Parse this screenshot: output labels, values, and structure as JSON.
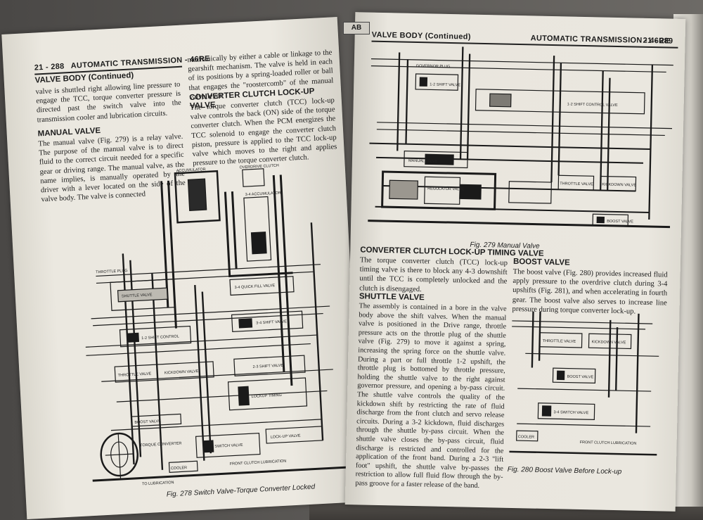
{
  "left_page": {
    "page_number": "21 - 288",
    "running_title": "AUTOMATIC TRANSMISSION - 46RE",
    "section_continued": "VALVE BODY (Continued)",
    "intro_text": "valve is shuttled right allowing line pressure to engage the TCC, torque converter pressure is directed past the switch valve into the transmission cooler and lubrication circuits.",
    "manual_valve_heading": "MANUAL VALVE",
    "manual_valve_text": "The manual valve (Fig. 279) is a relay valve. The purpose of the manual valve is to direct fluid to the correct circuit needed for a specific gear or driving range. The manual valve, as the name implies, is manually operated by the driver with a lever located on the side of the valve body. The valve is connected",
    "manual_valve_cont": "mechanically by either a cable or linkage to the gearshift mechanism. The valve is held in each of its positions by a spring-loaded roller or ball that engages the \"roostercomb\" of the manual valve lever.",
    "lockup_heading": "CONVERTER CLUTCH LOCK-UP VALVE",
    "lockup_text": "The torque converter clutch (TCC) lock-up valve controls the back (ON) side of the torque converter clutch. When the PCM energizes the TCC solenoid to engage the converter clutch piston, pressure is applied to the TCC lock-up valve which moves to the right and applies pressure to the torque converter clutch.",
    "fig_caption": "Fig. 278 Switch Valve-Torque Converter Locked",
    "fig_labels": {
      "accumulator": "ACCUMULATOR",
      "overdrive_clutch": "OVERDRIVE CLUTCH",
      "accumulator_34": "3-4 ACCUMULATOR",
      "throttle_plug": "THROTTLE PLUG",
      "shuttle_valve": "SHUTTLE VALVE",
      "quick_fill": "3-4 QUICK FILL VALVE",
      "shift_valve_34": "3-4 SHIFT VALVE",
      "shift_control": "1-2 SHIFT CONTROL",
      "throttle_valve": "THROTTLE VALVE",
      "kickdown": "KICKDOWN VALVE",
      "shift_valve_23": "2-3 SHIFT VALVE",
      "lockup_timing": "LOCKUP TIMING",
      "boost_valve": "BOOST VALVE",
      "torque_converter": "TORQUE CONVERTER",
      "cooler": "COOLER",
      "switch_valve": "SWITCH VALVE",
      "lockup_valve": "LOCK-UP VALVE",
      "front_clutch": "FRONT CLUTCH LUBRICATION",
      "to_lubrication": "TO LUBRICATION"
    }
  },
  "tab_label": "AB",
  "right_page": {
    "page_number": "21 - 289",
    "running_title": "AUTOMATIC TRANSMISSION - 46RE",
    "section_continued": "VALVE BODY (Continued)",
    "fig279_caption": "Fig. 279 Manual Valve",
    "fig279_labels": {
      "governor_plug": "GOVERNOR PLUG",
      "shift_12": "1-2 SHIFT VALVE",
      "shift_control_12": "1-2 SHIFT CONTROL VALVE",
      "manual_valve": "MANUAL VALVE",
      "regulator_valve": "REGULATOR VALVE",
      "throttle_valve": "THROTTLE VALVE",
      "kickdown_valve": "KICKDOWN VALVE",
      "boost_valve": "BOOST VALVE"
    },
    "timing_heading": "CONVERTER CLUTCH LOCK-UP TIMING VALVE",
    "timing_text": "The torque converter clutch (TCC) lock-up timing valve is there to block any 4-3 downshift until the TCC is completely unlocked and the clutch is disengaged.",
    "shuttle_heading": "SHUTTLE VALVE",
    "shuttle_text": "The assembly is contained in a bore in the valve body above the shift valves. When the manual valve is positioned in the Drive range, throttle pressure acts on the throttle plug of the shuttle valve (Fig. 279) to move it against a spring, increasing the spring force on the shuttle valve. During a part or full throttle 1-2 upshift, the throttle plug is bottomed by throttle pressure, holding the shuttle valve to the right against governor pressure, and opening a by-pass circuit. The shuttle valve controls the quality of the kickdown shift by restricting the rate of fluid discharge from the front clutch and servo release circuits. During a 3-2 kickdown, fluid discharges through the shuttle by-pass circuit. When the shuttle valve closes the by-pass circuit, fluid discharge is restricted and controlled for the application of the front band. During a 2-3 \"lift foot\" upshift, the shuttle valve by-passes the restriction to allow full fluid flow through the by-pass groove for a faster release of the band.",
    "boost_heading": "BOOST VALVE",
    "boost_text": "The boost valve (Fig. 280) provides increased fluid apply pressure to the overdrive clutch during 3-4 upshifts (Fig. 281), and when accelerating in fourth gear. The boost valve also serves to increase line pressure during torque converter lock-up.",
    "fig280_caption": "Fig. 280 Boost Valve Before Lock-up",
    "fig280_labels": {
      "throttle_valve": "THROTTLE VALVE",
      "kickdown_valve": "KICKDOWN VALVE",
      "boost_valve": "BOOST VALVE",
      "switch_valve": "3-4 SWITCH VALVE",
      "cooler": "COOLER",
      "front_clutch": "FRONT CLUTCH LUBRICATION"
    }
  }
}
